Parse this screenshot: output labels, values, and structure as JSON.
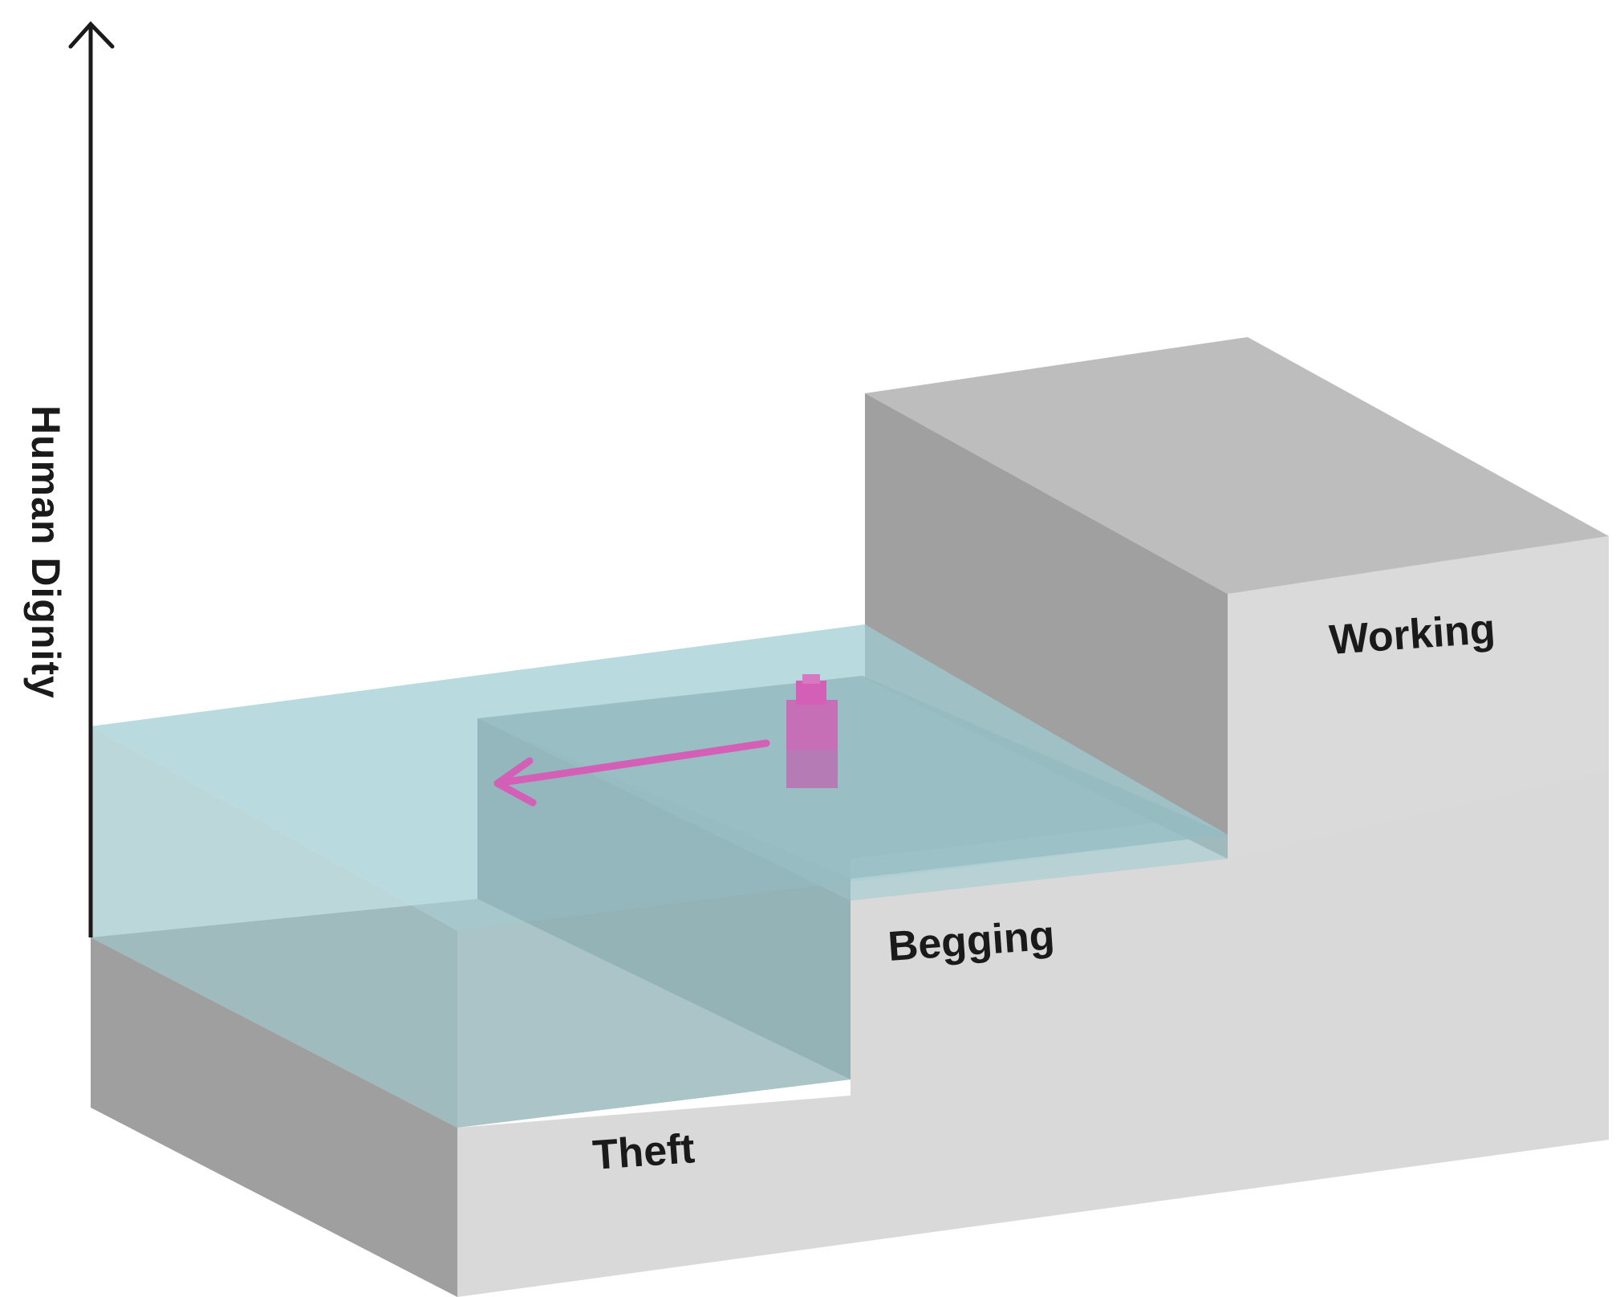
{
  "axis": {
    "label": "Human Dignity"
  },
  "steps": {
    "low": "Theft",
    "middle": "Begging",
    "high": "Working"
  },
  "colors": {
    "water": "#9ecdd4",
    "block_top": "#bdbdbd",
    "block_side_dark": "#a3a3a3",
    "block_front": "#d9d9d9",
    "figure": "#d35fb7",
    "arrow": "#d35fb7"
  }
}
